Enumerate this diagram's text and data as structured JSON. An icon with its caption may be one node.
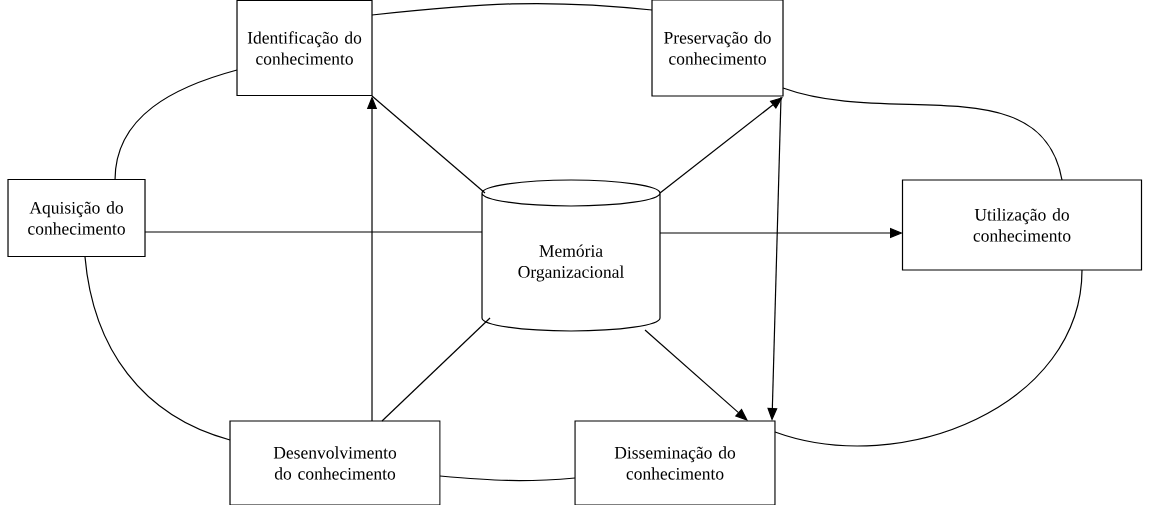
{
  "diagram": {
    "nodes": [
      {
        "text": [
          "Identificação do conhecimento"
        ]
      },
      {
        "text": [
          "Preservação do conhecimento"
        ]
      },
      {
        "text": [
          "Aquisição do conhecimento"
        ]
      },
      {
        "text": [
          "Memória Organizacional"
        ]
      },
      {
        "text": [
          "Utilização do conhecimento"
        ]
      },
      {
        "text": [
          "Desenvolvimento do conhecimento"
        ]
      },
      {
        "text": [
          "Disseminação do conhecimento"
        ]
      }
    ],
    "edges": [
      {
        "from": 0,
        "to": 3,
        "arrow": "none"
      },
      {
        "from": 3,
        "to": 1,
        "arrow": "to"
      },
      {
        "from": 2,
        "to": 3,
        "arrow": "none"
      },
      {
        "from": 3,
        "to": 4,
        "arrow": "to"
      },
      {
        "from": 5,
        "to": 0,
        "arrow": "to"
      },
      {
        "from": 5,
        "to": 3,
        "arrow": "none"
      },
      {
        "from": 3,
        "to": 6,
        "arrow": "to"
      },
      {
        "from": 1,
        "to": 6,
        "arrow": "to"
      },
      {
        "from": 0,
        "to": 1,
        "arrow": "none"
      },
      {
        "from": 1,
        "to": 4,
        "arrow": "none"
      },
      {
        "from": 4,
        "to": 6,
        "arrow": "none"
      },
      {
        "from": 6,
        "to": 5,
        "arrow": "none"
      },
      {
        "from": 5,
        "to": 2,
        "arrow": "none"
      },
      {
        "from": 2,
        "to": 0,
        "arrow": "none"
      }
    ]
  }
}
